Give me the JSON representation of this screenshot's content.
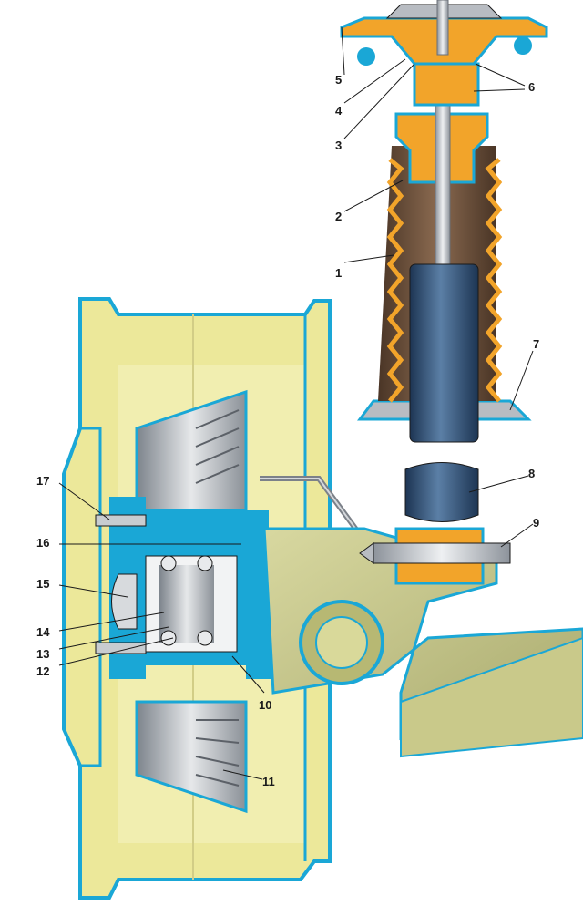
{
  "callouts": [
    {
      "id": "c1",
      "text": "1"
    },
    {
      "id": "c2",
      "text": "2"
    },
    {
      "id": "c3",
      "text": "3"
    },
    {
      "id": "c4",
      "text": "4"
    },
    {
      "id": "c5",
      "text": "5"
    },
    {
      "id": "c6",
      "text": "6"
    },
    {
      "id": "c7",
      "text": "7"
    },
    {
      "id": "c8",
      "text": "8"
    },
    {
      "id": "c9",
      "text": "9"
    },
    {
      "id": "c10",
      "text": "10"
    },
    {
      "id": "c11",
      "text": "11"
    },
    {
      "id": "c12",
      "text": "12"
    },
    {
      "id": "c13",
      "text": "13"
    },
    {
      "id": "c14",
      "text": "14"
    },
    {
      "id": "c15",
      "text": "15"
    },
    {
      "id": "c16",
      "text": "16"
    },
    {
      "id": "c17",
      "text": "17"
    }
  ],
  "colors": {
    "wheel_rim": "#ece89a",
    "outline_blue": "#1aa7d6",
    "hub_blue": "#1aa7d6",
    "bellows_dark": "#5a4030",
    "bellows_orange": "#f2a42a",
    "shock_body": "#2c4a6b",
    "steel_gray": "#b8bcc2",
    "arm_olive": "#c9c98a"
  }
}
